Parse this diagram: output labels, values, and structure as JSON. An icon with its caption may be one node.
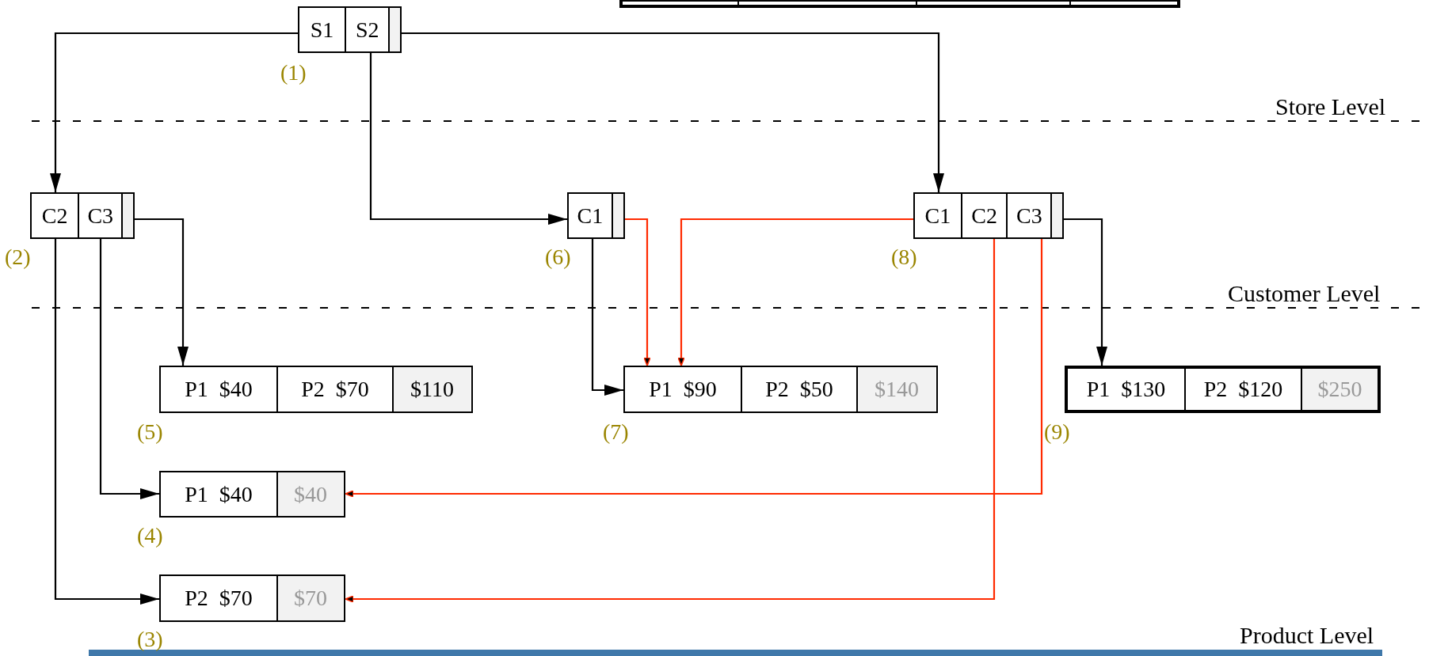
{
  "diagram": {
    "nodes": [
      {
        "text": [],
        "shape": "box"
      },
      {
        "text": [
          "S1",
          "S2"
        ],
        "beside": [
          "(1)"
        ]
      },
      {
        "text": [
          "C2",
          "C3"
        ],
        "beside": [
          "(2)"
        ]
      },
      {
        "text": [
          "C1"
        ],
        "beside": [
          "(6)"
        ]
      },
      {
        "text": [
          "C1",
          "C2",
          "C3"
        ],
        "beside": [
          "(8)"
        ]
      },
      {
        "text": [
          "P1  $40",
          "P2  $70",
          "$110"
        ],
        "beside": [
          "(5)"
        ]
      },
      {
        "text": [
          "P1  $90",
          "P2  $50",
          "$140"
        ],
        "beside": [
          "(7)"
        ]
      },
      {
        "text": [
          "P1  $130",
          "P2  $120",
          "$250"
        ],
        "beside": [
          "(9)"
        ]
      },
      {
        "text": [
          "P1  $40",
          "$40"
        ],
        "beside": [
          "(4)"
        ]
      },
      {
        "text": [
          "P2  $70",
          "$70"
        ],
        "beside": [
          "(3)"
        ]
      }
    ],
    "edges": [
      {
        "from": 1,
        "to": 2,
        "arrow": "to"
      },
      {
        "from": 1,
        "to": 3,
        "arrow": "to"
      },
      {
        "from": 1,
        "to": 4,
        "arrow": "to"
      },
      {
        "from": 2,
        "to": 5,
        "arrow": "to"
      },
      {
        "from": 2,
        "to": 8,
        "arrow": "to"
      },
      {
        "from": 2,
        "to": 9,
        "arrow": "to"
      },
      {
        "from": 3,
        "to": 6,
        "arrow": "to"
      },
      {
        "from": 3,
        "to": 6,
        "arrow": "to",
        "color": "#ff2a00"
      },
      {
        "from": 4,
        "to": 6,
        "arrow": "to",
        "color": "#ff2a00"
      },
      {
        "from": 4,
        "to": 7,
        "arrow": "to"
      },
      {
        "from": 4,
        "to": 8,
        "arrow": "to",
        "color": "#ff2a00"
      },
      {
        "from": 4,
        "to": 9,
        "arrow": "to",
        "color": "#ff2a00"
      }
    ],
    "labels": [
      "Store Level",
      "Customer Level",
      "Product Level"
    ]
  }
}
